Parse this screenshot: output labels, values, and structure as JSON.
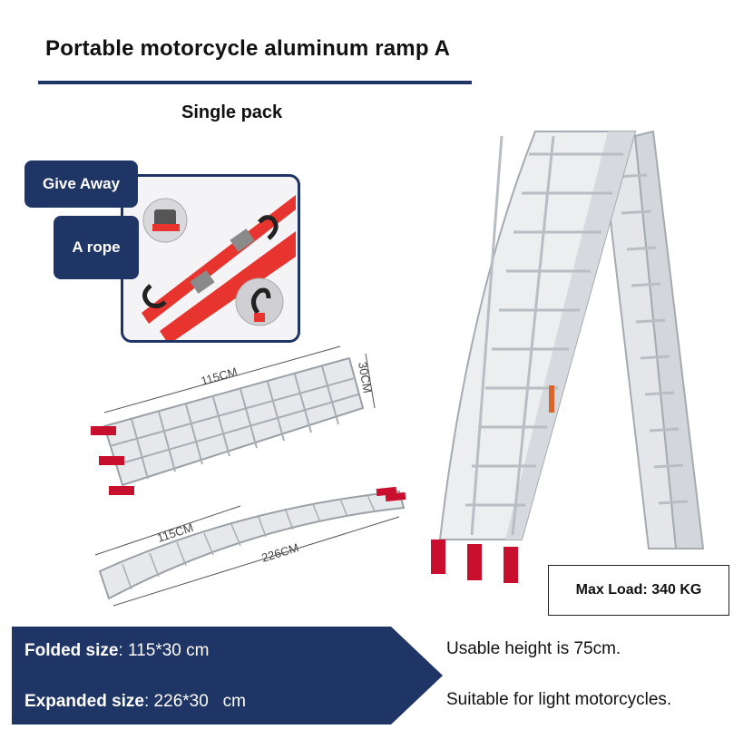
{
  "title": "Portable motorcycle aluminum ramp A",
  "subtitle": "Single pack",
  "tags": {
    "give_away": "Give Away",
    "rope": "A rope"
  },
  "dimensions": {
    "folded_length": "115CM",
    "folded_width": "30CM",
    "expanded_folded_length": "115CM",
    "expanded_length": "226CM"
  },
  "max_load": "Max Load: 340 KG",
  "specs": {
    "folded_label": "Folded size",
    "folded_value": ": 115*30 cm",
    "expanded_label": "Expanded size",
    "expanded_value": ": 226*30   cm"
  },
  "notes": {
    "height": "Usable height is 75cm.",
    "suitable": "Suitable for light motorcycles."
  },
  "colors": {
    "navy": "#1f3566",
    "strap_red": "#e8342e",
    "aluminum": "#c9ccd1"
  }
}
